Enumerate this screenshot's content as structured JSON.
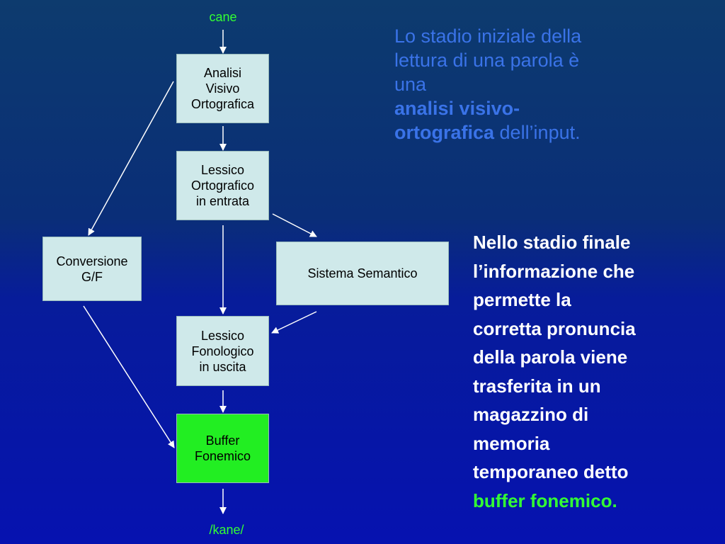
{
  "diagram": {
    "input_label": "cane",
    "output_label": "/kane/",
    "boxes": {
      "analisi": [
        "Analisi",
        "Visivo",
        "Ortografica"
      ],
      "lessico_ortografico": [
        "Lessico",
        "Ortografico",
        "in entrata"
      ],
      "conversione": [
        "Conversione",
        "G/F"
      ],
      "sistema_semantico": [
        "Sistema Semantico"
      ],
      "lessico_fonologico": [
        "Lessico",
        "Fonologico",
        "in uscita"
      ],
      "buffer": [
        "Buffer",
        "Fonemico"
      ]
    }
  },
  "text_top": {
    "line1": "Lo stadio iniziale della",
    "line2": "lettura di una parola è",
    "line3": "una",
    "bold1": "analisi visivo-",
    "bold2": "ortografica",
    "rest": " dell’input."
  },
  "text_bottom": {
    "lines": [
      "Nello stadio finale",
      "l’informazione che",
      "permette la",
      "corretta pronuncia",
      "della parola viene",
      "trasferita in un",
      "magazzino di",
      "memoria",
      "temporaneo detto"
    ],
    "accent": "buffer fonemico."
  },
  "colors": {
    "box_fill": "#cfe9ea",
    "buffer_fill": "#22ee22",
    "top_text": "#3a73e8",
    "accent_green": "#33ff33"
  }
}
